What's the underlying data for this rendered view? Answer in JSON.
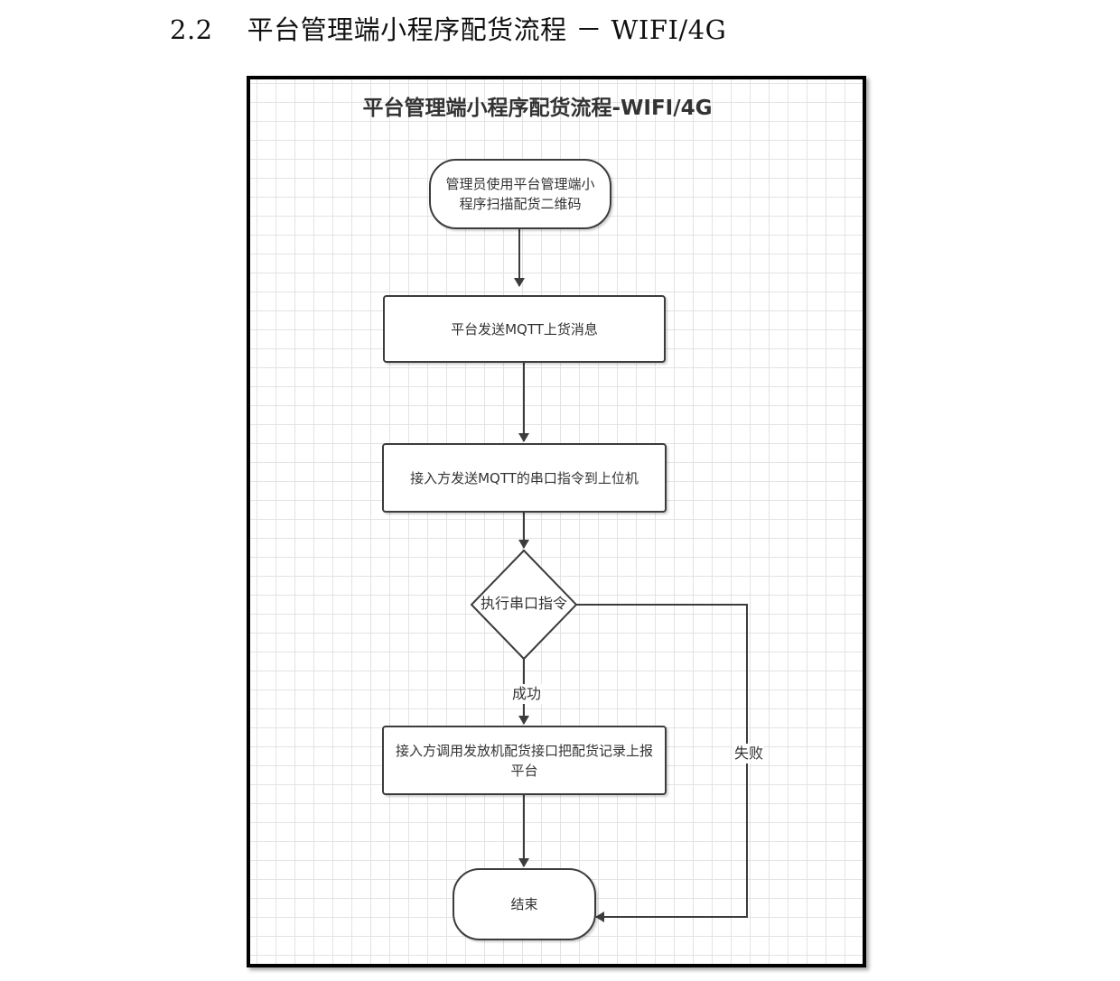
{
  "section": {
    "number": "2.2",
    "title": "平台管理端小程序配货流程 － WIFI/4G"
  },
  "diagram": {
    "title": "平台管理端小程序配货流程-WIFI/4G",
    "nodes": {
      "start": "管理员使用平台管理端小程序扫描配货二维码",
      "send_mqtt": "平台发送MQTT上货消息",
      "forward_cmd": "接入方发送MQTT的串口指令到上位机",
      "decision": "执行串口指令",
      "report": "接入方调用发放机配货接口把配货记录上报平台",
      "end": "结束"
    },
    "edges": {
      "success": "成功",
      "failure": "失败"
    }
  }
}
